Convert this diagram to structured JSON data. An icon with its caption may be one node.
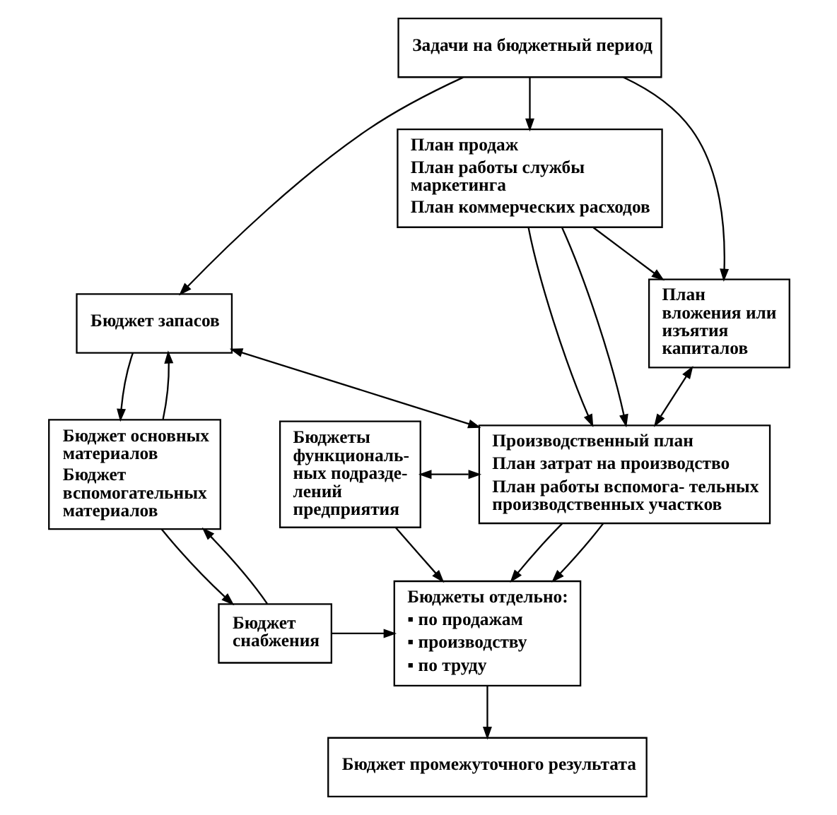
{
  "diagram": {
    "nodes": [
      {
        "text": [
          "Задачи на бюджетный период"
        ]
      },
      {
        "text": [
          "План продаж",
          "План работы службы маркетинга",
          "План коммерческих расходов"
        ]
      },
      {
        "text": [
          "План вложения или изъятия капиталов"
        ]
      },
      {
        "text": [
          "Бюджет запасов"
        ]
      },
      {
        "text": [
          "Производственный план",
          "План затрат на производство",
          "План работы вспомога- тельных производственных участков"
        ]
      },
      {
        "text": [
          "Бюджеты функциональ- ных подразде- лений предприятия"
        ]
      },
      {
        "text": [
          "Бюджет основных материалов",
          "Бюджет вспомогательных материалов"
        ]
      },
      {
        "text": [
          "Бюджеты отдельно:",
          "▪ по продажам",
          "▪ производству",
          "▪ по труду"
        ]
      },
      {
        "text": [
          "Бюджет снабжения"
        ]
      },
      {
        "text": [
          "Бюджет промежуточного результата"
        ]
      }
    ],
    "edges": [
      {
        "from": 0,
        "to": 1,
        "arrow": "to"
      },
      {
        "from": 0,
        "to": 2,
        "arrow": "to"
      },
      {
        "from": 1,
        "to": 2,
        "arrow": "to"
      },
      {
        "from": 0,
        "to": 3,
        "arrow": "to"
      },
      {
        "from": 1,
        "to": 4,
        "arrow": "to"
      },
      {
        "from": 1,
        "to": 4,
        "arrow": "to"
      },
      {
        "from": 2,
        "to": 4,
        "arrow": "both"
      },
      {
        "from": 5,
        "to": 4,
        "arrow": "both"
      },
      {
        "from": 4,
        "to": 3,
        "arrow": "both"
      },
      {
        "from": 3,
        "to": 6,
        "arrow": "to"
      },
      {
        "from": 6,
        "to": 3,
        "arrow": "to"
      },
      {
        "from": 6,
        "to": 8,
        "arrow": "to"
      },
      {
        "from": 8,
        "to": 6,
        "arrow": "to"
      },
      {
        "from": 8,
        "to": 7,
        "arrow": "to"
      },
      {
        "from": 4,
        "to": 7,
        "arrow": "to"
      },
      {
        "from": 4,
        "to": 7,
        "arrow": "to"
      },
      {
        "from": 5,
        "to": 7,
        "arrow": "to"
      },
      {
        "from": 7,
        "to": 9,
        "arrow": "to"
      }
    ]
  }
}
